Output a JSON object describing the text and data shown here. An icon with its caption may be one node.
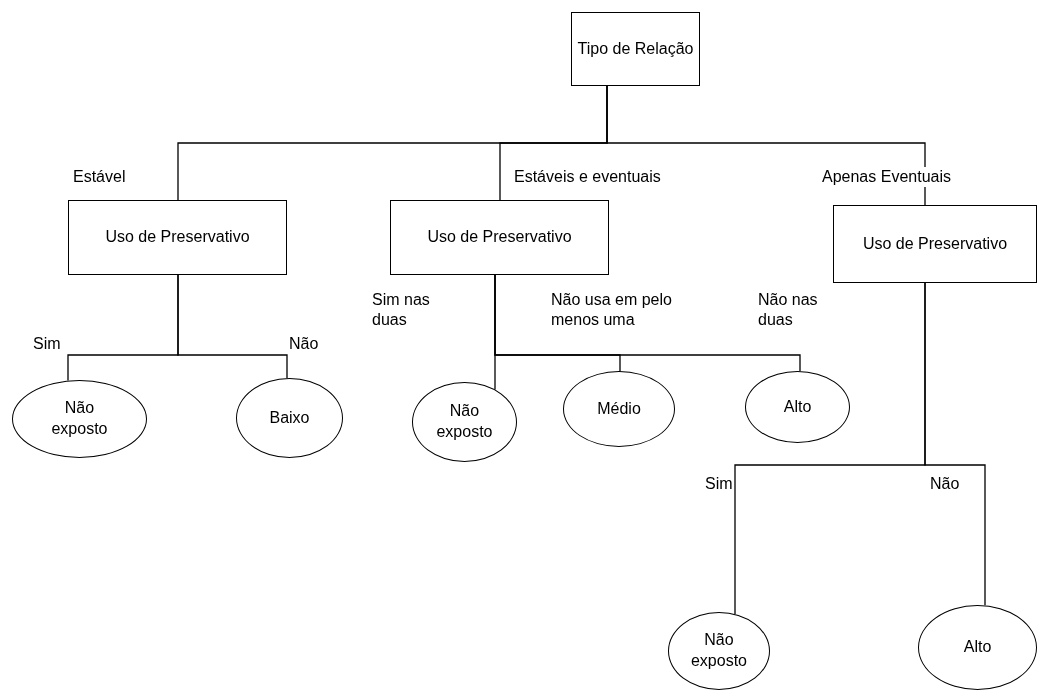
{
  "diagram": {
    "nodes": [
      {
        "text": [
          "Tipo de Relação"
        ]
      },
      {
        "text": [
          "Uso de Preservativo"
        ]
      },
      {
        "text": [
          "Uso de Preservativo"
        ]
      },
      {
        "text": [
          "Uso de Preservativo"
        ]
      },
      {
        "text": [
          "Não exposto"
        ]
      },
      {
        "text": [
          "Baixo"
        ]
      },
      {
        "text": [
          "Não exposto"
        ]
      },
      {
        "text": [
          "Médio"
        ]
      },
      {
        "text": [
          "Alto"
        ]
      },
      {
        "text": [
          "Não exposto"
        ]
      },
      {
        "text": [
          "Alto"
        ]
      }
    ],
    "edges": [
      {
        "from": 0,
        "to": 1,
        "arrow": "none",
        "label": "Estável"
      },
      {
        "from": 0,
        "to": 2,
        "arrow": "none",
        "label": "Estáveis e eventuais"
      },
      {
        "from": 0,
        "to": 3,
        "arrow": "none",
        "label": "Apenas Eventuais"
      },
      {
        "from": 1,
        "to": 4,
        "arrow": "none",
        "label": "Sim"
      },
      {
        "from": 1,
        "to": 5,
        "arrow": "none",
        "label": "Não"
      },
      {
        "from": 2,
        "to": 6,
        "arrow": "none",
        "label": "Sim nas duas"
      },
      {
        "from": 2,
        "to": 7,
        "arrow": "none",
        "label": "Não usa em pelo menos uma"
      },
      {
        "from": 2,
        "to": 8,
        "arrow": "none",
        "label": "Não nas duas"
      },
      {
        "from": 3,
        "to": 9,
        "arrow": "none",
        "label": "Sim"
      },
      {
        "from": 3,
        "to": 10,
        "arrow": "none",
        "label": "Não"
      }
    ]
  }
}
